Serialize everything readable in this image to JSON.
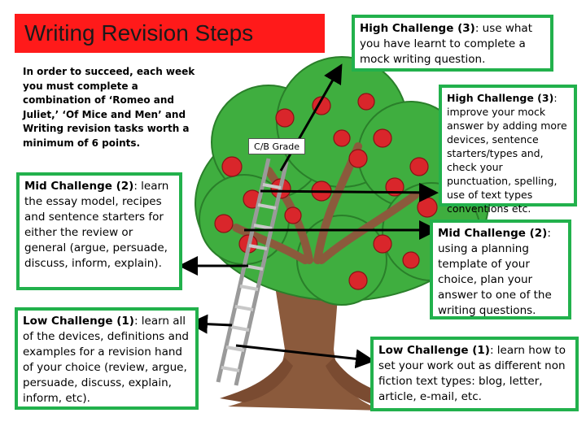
{
  "title": "Writing Revision Steps",
  "intro": "In order to succeed, each week you must complete a combination of ‘Romeo and Juliet,’ ‘Of Mice and Men’ and Writing revision tasks worth a minimum of 6 points.",
  "grade_label": "C/B Grade",
  "boxes": {
    "high_top": {
      "heading": "High Challenge (3)",
      "text": ": use what you have learnt to complete a mock writing question."
    },
    "high_right": {
      "heading": "High Challenge (3)",
      "text": ": improve your mock answer by adding more devices, sentence starters/types and, check your punctuation, spelling, use of text types conventions etc."
    },
    "mid_left": {
      "heading": "Mid Challenge (2)",
      "text": ": learn the essay model, recipes and sentence starters for either the review or general (argue, persuade, discuss, inform, explain)."
    },
    "mid_right": {
      "heading": "Mid Challenge (2)",
      "text": ": using a planning template of your choice, plan your answer to one of the writing questions."
    },
    "low_left": {
      "heading": "Low Challenge (1)",
      "text": ": learn all of the devices, definitions and examples for a revision hand of your choice (review, argue, persuade, discuss, explain, inform, etc)."
    },
    "low_right": {
      "heading": "Low Challenge (1)",
      "text": ": learn how to set your work out as different non fiction text types: blog, letter, article, e-mail, etc."
    }
  },
  "colors": {
    "title_bg": "#ff1a1a",
    "box_border": "#22b14c",
    "trunk": "#8b5a3c",
    "foliage": "#3fae3f",
    "apple": "#d9262b"
  }
}
